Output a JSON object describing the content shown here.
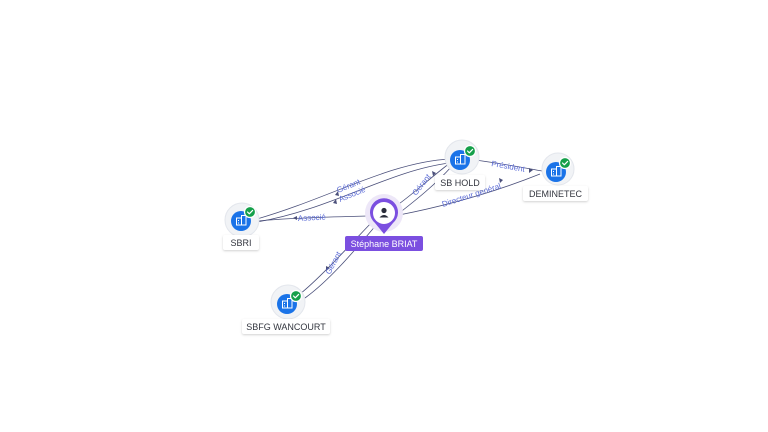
{
  "colors": {
    "background": "#ffffff",
    "company_node": "#1a73e8",
    "verified_badge": "#15a04a",
    "person_marker": "#7b4fe0",
    "edge_line": "#4a4f7a",
    "edge_label": "#5b6bd6"
  },
  "nodes": {
    "person": {
      "label": "Stéphane BRIAT",
      "icon": "person-icon"
    },
    "sbri": {
      "label": "SBRI",
      "icon": "building-icon",
      "verified": true
    },
    "sbhold": {
      "label": "SB HOLD",
      "icon": "building-icon",
      "verified": true
    },
    "deminetec": {
      "label": "DEMINETEC",
      "icon": "building-icon",
      "verified": true
    },
    "sbfg": {
      "label": "SBFG WANCOURT",
      "icon": "building-icon",
      "verified": true
    }
  },
  "edges": {
    "person_sbri": {
      "label": "Associé"
    },
    "sbri_sbhold_gerant": {
      "label": "Gérant"
    },
    "sbri_sbhold_associe": {
      "label": "Associé"
    },
    "person_sbhold": {
      "label": "Gérant"
    },
    "person_deminetec": {
      "label": "Directeur général"
    },
    "sbhold_deminetec": {
      "label": "Président"
    },
    "person_sbfg": {
      "label": "Gérant"
    }
  }
}
